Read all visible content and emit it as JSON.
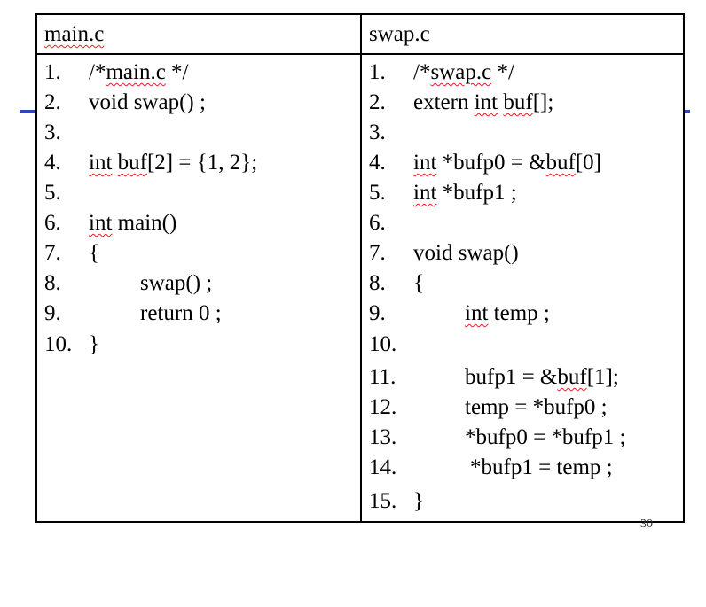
{
  "slide": {
    "page_number": "30",
    "accent_color": "#3344bb"
  },
  "table": {
    "left_header": "main.c",
    "right_header": "swap.c",
    "left_lines": [
      {
        "n": "1.",
        "text": "/*main.c */"
      },
      {
        "n": "2.",
        "text": "void swap() ;"
      },
      {
        "n": "3.",
        "text": ""
      },
      {
        "n": "4.",
        "text": "int buf[2] = {1, 2};"
      },
      {
        "n": "5.",
        "text": ""
      },
      {
        "n": "6.",
        "text": "int main()"
      },
      {
        "n": "7.",
        "text": "{"
      },
      {
        "n": "8.",
        "text": "swap() ;"
      },
      {
        "n": "9.",
        "text": "return 0 ;"
      },
      {
        "n": "10.",
        "text": "}"
      }
    ],
    "right_lines": [
      {
        "n": "1.",
        "text": "/*swap.c */"
      },
      {
        "n": "2.",
        "text": "extern int buf[];"
      },
      {
        "n": "3.",
        "text": ""
      },
      {
        "n": "4.",
        "text": "int *bufp0 = &buf[0]"
      },
      {
        "n": "5.",
        "text": "int *bufp1 ;"
      },
      {
        "n": "6.",
        "text": ""
      },
      {
        "n": "7.",
        "text": "void swap()"
      },
      {
        "n": "8.",
        "text": "{"
      },
      {
        "n": "9.",
        "text": "int temp ;"
      },
      {
        "n": "10.",
        "text": ""
      },
      {
        "n": "11.",
        "text": "bufp1 = &buf[1];"
      },
      {
        "n": "12.",
        "text": "temp = *bufp0 ;"
      },
      {
        "n": "13.",
        "text": "*bufp0 = *bufp1 ;"
      },
      {
        "n": "14.",
        "text": "*bufp1 = temp ;"
      },
      {
        "n": "15.",
        "text": "}"
      }
    ]
  }
}
